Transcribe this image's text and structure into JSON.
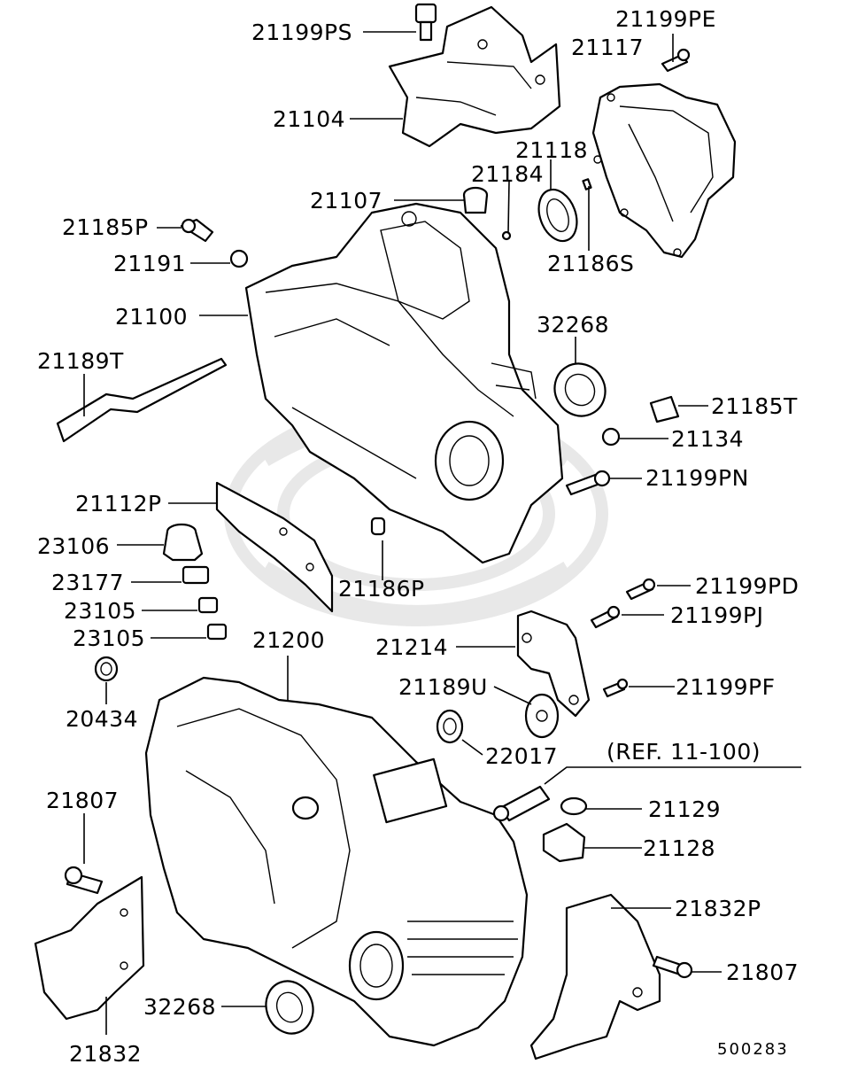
{
  "diagram": {
    "labels": {
      "p21199PS": "21199PS",
      "p21199PE": "21199PE",
      "p21117": "21117",
      "p21104": "21104",
      "p21118": "21118",
      "p21184": "21184",
      "p21107": "21107",
      "p21185P": "21185P",
      "p21191": "21191",
      "p21186S": "21186S",
      "p21100": "21100",
      "p32268_top": "32268",
      "p21189T": "21189T",
      "p21185T": "21185T",
      "p21134": "21134",
      "p21199PN": "21199PN",
      "p21112P": "21112P",
      "p23106": "23106",
      "p23177": "23177",
      "p23105_a": "23105",
      "p23105_b": "23105",
      "p21186P": "21186P",
      "p21199PD": "21199PD",
      "p21199PJ": "21199PJ",
      "p21200": "21200",
      "p21214": "21214",
      "p20434": "20434",
      "p21189U": "21189U",
      "p21199PF": "21199PF",
      "p22017": "22017",
      "ref": "(REF. 11-100)",
      "p21807_left": "21807",
      "p21129": "21129",
      "p21128": "21128",
      "p21832P": "21832P",
      "p21807_right": "21807",
      "p32268_bottom": "32268",
      "p21832": "21832"
    },
    "diagram_id": "500283"
  }
}
